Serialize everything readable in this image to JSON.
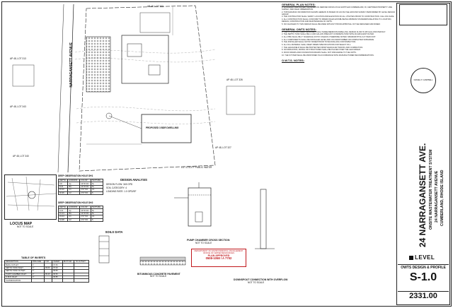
{
  "title_block": {
    "project_address": "24 NARRAGANSETT AVE.",
    "system_title": "ONSITE WASTEWATER TREATMENT SYSTEM",
    "street": "24 NARRAGANSETT AVENUE",
    "city": "CUMBERLAND, RHODE ISLAND",
    "firm": "LEVEL",
    "sheet_name": "OWTS DESIGN & PROFILE",
    "sheet_number": "S-1.0",
    "drawing_id": "2331.00",
    "stamp_name": "DANIEL P. CAMPBELL"
  },
  "notes": {
    "general_heading": "GENERAL PLAN NOTES:",
    "general_items": [
      "1. BOUNDARY AND OFFSET INFORMATION DERIVED FROM A PLAN ENTITLED CUMBERLAND, RI, CERTIFIED PROPERTY LINE SURVEY, AND FIELD OBSERVATION.",
      "2. TOPOGRAPHIC INFORMATION SHOWN HEREON IS BASED ON AN ON-THE-GROUND SURVEY PERFORMED BY LEVEL DESIGN GROUP.",
      "3. THE CONTRACTOR SHALL VERIFY LOCATION AND ELEVATION OF ALL UTILITIES PRIOR TO CONSTRUCTION. CALL DIG SAFE.",
      "4. ALL CONSTRUCTION SHALL CONFORM TO RIDEM RULES ESTABLISHING MINIMUM STANDARDS RELATING TO LOCATION, DESIGN, CONSTRUCTION AND MAINTENANCE OF OWTS.",
      "5. NO CHANGES TO THIS DESIGN SHALL BE MADE WITHOUT PRIOR APPROVAL OF THE DESIGNER AND RIDEM."
    ],
    "owts_heading": "GENERAL OWTS NOTES:",
    "owts_items": [
      "1. THE SYSTEM HAS BEEN DESIGNED FOR A THREE BEDROOM DWELLING. DESIGN FLOW IS 345 GALLONS PER DAY.",
      "2. THE SEPTIC TANK SHALL BE A 1,000 GALLON PRECAST CONCRETE TANK WITH AN EFFLUENT FILTER.",
      "3. ALL PIPE SHALL BE 4\" SCHEDULE 40 PVC UNLESS OTHERWISE NOTED. MINIMUM PITCH 1/4\" PER FOOT.",
      "4. ALL COMPONENTS SHALL BE INSTALLED LEVEL AND ON UNDISTURBED OR COMPACTED SUBGRADE.",
      "5. THE INSTALLER SHALL NOTIFY RIDEM PRIOR TO BACKFILLING FOR INSPECTION.",
      "6. ALL FILL MATERIAL SHALL MEET RIDEM SPECIFICATIONS FOR SELECT FILL.",
      "7. THE LEACHFIELD SHALL BE PROTECTED FROM VEHICULAR TRAFFIC AND COMPACTION.",
      "8. NO IRRIGATION, PAVING OR STRUCTURES SHALL BE PLACED OVER THE LEACHFIELD.",
      "9. ROOF DRAINS AND FOUNDATION DRAINS SHALL NOT DISCHARGE TO THE OWTS.",
      "10. THE SYSTEM SHALL BE MAINTAINED IN ACCORDANCE WITH MANUFACTURER RECOMMENDATIONS."
    ],
    "owts_subheading": "O.W.T.S. NOTES:"
  },
  "plan": {
    "street_label": "NARRAGANSETT AVENUE",
    "lot_labels": [
      "AP 48, LOT 332",
      "AP 48, LOT 326",
      "AP 48, LOT 313",
      "AP 48, LOT 343",
      "AP 48, LOT 340",
      "AP 48, LOT 327"
    ],
    "well_label": "PROPOSED 3 BDR DWELLING",
    "utility_label": "LOT UTILITY PUBLIC WATER"
  },
  "locus": {
    "title": "LOCUS MAP",
    "scale": "NOT TO SCALE"
  },
  "inverts": {
    "title": "TABLE OF INVERTS",
    "headers": [
      "DESCRIPTION",
      "PIPE SIZE",
      "TOP",
      "INVERT",
      "BOTTOM",
      "TO OUTLET"
    ],
    "rows": [
      [
        "BLDG OUTLET",
        "4\"",
        "",
        "97.50",
        "",
        ""
      ],
      [
        "SEPTIC TANK INLET",
        "4\"",
        "99.60",
        "97.00",
        "",
        ""
      ],
      [
        "SEPTIC TANK OUTLET",
        "4\"",
        "",
        "96.83",
        "",
        ""
      ],
      [
        "PUMP CHAMBER INLET",
        "4\"",
        "99.40",
        "96.50",
        "",
        ""
      ],
      [
        "D-BOX INLET",
        "2\"",
        "",
        "95.85",
        "",
        ""
      ],
      [
        "CLASSIFICATION",
        "",
        "",
        "",
        "",
        ""
      ]
    ]
  },
  "hole_tables": {
    "title_1": "DEEP OBSERVATION HOLE DH1",
    "title_2": "DEEP OBSERVATION HOLE DH2",
    "headers": [
      "DEPTH",
      "HORIZON",
      "COLOR",
      "TEXTURE"
    ],
    "rows_1": [
      [
        "0-8",
        "Ap",
        "10YR 3/2",
        "SL"
      ],
      [
        "8-22",
        "Bw",
        "10YR 5/6",
        "SL"
      ],
      [
        "22-40",
        "C1",
        "2.5Y 5/4",
        "LS"
      ],
      [
        "40-96",
        "C2",
        "2.5Y 5/3",
        "S"
      ]
    ],
    "rows_2": [
      [
        "0-10",
        "Ap",
        "10YR 3/2",
        "SL"
      ],
      [
        "10-24",
        "Bw",
        "10YR 5/6",
        "SL"
      ],
      [
        "24-44",
        "C1",
        "2.5Y 5/4",
        "LS"
      ],
      [
        "44-98",
        "C2",
        "2.5Y 5/3",
        "S"
      ]
    ]
  },
  "design_analysis": {
    "title": "DESIGN ANALYSIS",
    "items": [
      "DESIGN FLOW: 345 GPD",
      "SOIL CATEGORY: 4",
      "LOADING RATE: 1.0 GPD/SF"
    ]
  },
  "soils_data": {
    "title": "SOILS DATA"
  },
  "pavement": {
    "title": "BITUMINOUS CONCRETE PAVEMENT",
    "scale": "NOT TO SCALE"
  },
  "pump_section": {
    "title": "PUMP CHAMBER CROSS SECTION",
    "scale": "NOT TO SCALE"
  },
  "downspout": {
    "title": "DOWNSPOUT CONNECTION WITH OVERFLOW",
    "scale": "NOT TO SCALE"
  },
  "approval_stamp": {
    "line1": "DEPARTMENT OF ENVIRONMENTAL MANAGEMENT OFFICE OF WATER RESOURCES",
    "line2": "PLAN APPROVED",
    "number": "0508-1058 / A 7702"
  },
  "colors": {
    "red": "#c0161b",
    "ink": "#111111"
  }
}
